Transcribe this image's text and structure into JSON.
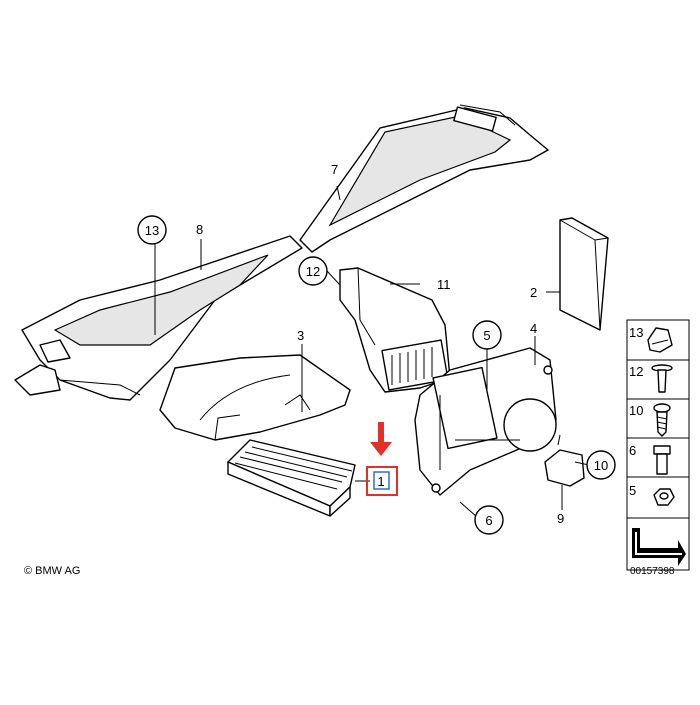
{
  "diagram": {
    "copyright": "© BMW AG",
    "drawing_number": "00157398",
    "selected_part": "1",
    "highlight_color": "#e03028",
    "callouts_plain": [
      {
        "label": "7"
      },
      {
        "label": "8"
      },
      {
        "label": "11"
      },
      {
        "label": "3"
      },
      {
        "label": "2"
      },
      {
        "label": "4"
      },
      {
        "label": "9"
      }
    ],
    "callouts_circled": [
      {
        "label": "13"
      },
      {
        "label": "12"
      },
      {
        "label": "5"
      },
      {
        "label": "10"
      },
      {
        "label": "6"
      }
    ],
    "fastener_legend": [
      {
        "label": "13",
        "icon": "clip-nut-icon"
      },
      {
        "label": "12",
        "icon": "expanding-rivet-icon"
      },
      {
        "label": "10",
        "icon": "torx-screw-icon"
      },
      {
        "label": "6",
        "icon": "hex-bolt-icon"
      },
      {
        "label": "5",
        "icon": "hex-nut-icon"
      }
    ],
    "legend_footer_icon": "direction-arrow-icon"
  }
}
